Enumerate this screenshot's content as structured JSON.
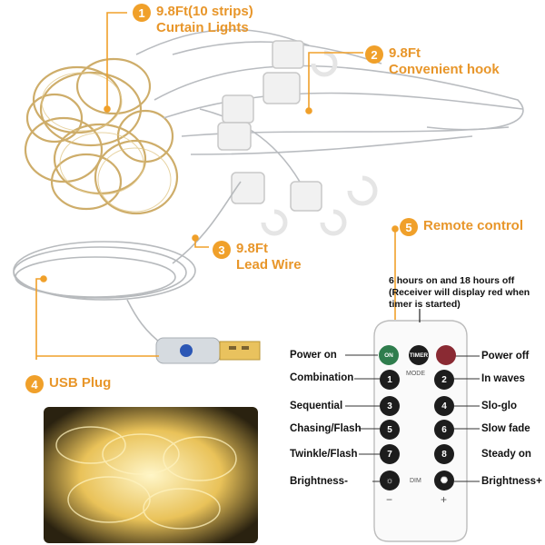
{
  "callouts": [
    {
      "number": "1",
      "line1": "9.8Ft(10 strips)",
      "line2": "Curtain Lights"
    },
    {
      "number": "2",
      "line1": "9.8Ft",
      "line2": "Convenient hook"
    },
    {
      "number": "3",
      "line1": "9.8Ft",
      "line2": "Lead Wire"
    },
    {
      "number": "4",
      "line1": "USB Plug",
      "line2": ""
    },
    {
      "number": "5",
      "line1": "Remote control",
      "line2": ""
    }
  ],
  "timer_note": "6 hours on and 18 hours off (Receiver will display red when timer is started)",
  "remote": {
    "on": "ON",
    "timer": "TIMER",
    "mode": "MODE",
    "dim": "DIM",
    "minus": "−",
    "plus": "+",
    "numbers": [
      "1",
      "2",
      "3",
      "4",
      "5",
      "6",
      "7",
      "8"
    ]
  },
  "labels_left": [
    "Power on",
    "Combination",
    "Sequential",
    "Chasing/Flash",
    "Twinkle/Flash",
    "Brightness-"
  ],
  "labels_right": [
    "Power off",
    "In waves",
    "Slo-glo",
    "Slow fade",
    "Steady on",
    "Brightness+"
  ],
  "colors": {
    "accent": "#f0a02a",
    "on_button": "#2f7d4d",
    "off_button": "#8a2a33",
    "warm_light": "#f4d27a"
  }
}
